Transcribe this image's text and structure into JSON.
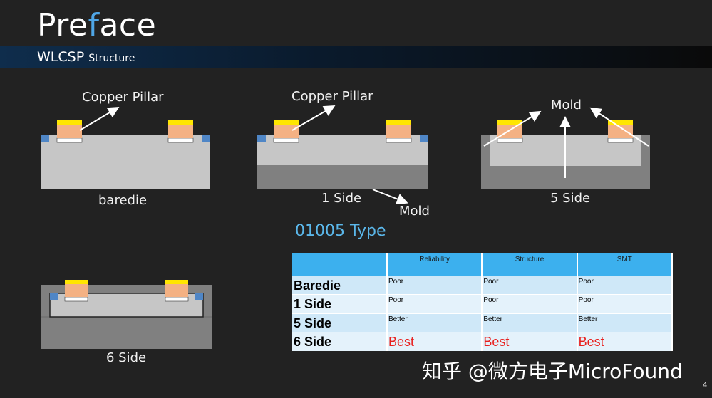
{
  "slide": {
    "title_prefix": "Pre",
    "title_highlight": "f",
    "title_suffix": "ace",
    "subtitle_main": "WLCSP ",
    "subtitle_small": "Structure",
    "page_number": "4"
  },
  "diagrams": {
    "baredie": {
      "caption": "baredie",
      "arrow_label": "Copper Pillar"
    },
    "one_side": {
      "caption": "1 Side",
      "arrow_label": "Copper Pillar",
      "mold_label": "Mold"
    },
    "five_side": {
      "caption": "5 Side",
      "mold_label": "Mold"
    },
    "six_side": {
      "caption": "6 Side"
    }
  },
  "table": {
    "title": "01005 Type",
    "headers": [
      "",
      "Reliability",
      "Structure",
      "SMT"
    ],
    "rows": [
      {
        "name": "Baredie",
        "values": [
          "Poor",
          "Poor",
          "Poor"
        ]
      },
      {
        "name": "1 Side",
        "values": [
          "Poor",
          "Poor",
          "Poor"
        ]
      },
      {
        "name": "5 Side",
        "values": [
          "Better",
          "Better",
          "Better"
        ]
      },
      {
        "name": "6 Side",
        "values": [
          "Best",
          "Best",
          "Best"
        ]
      }
    ]
  },
  "watermark": "知乎 @微方电子MicroFound",
  "colors": {
    "background": "#222222",
    "accent_blue": "#4fa6e6",
    "table_header": "#3cb0ee",
    "best_red": "#e8201e",
    "die_gray": "#c6c6c6",
    "mold_gray": "#7f7f7f",
    "pillar_copper": "#f4b183",
    "solder_yellow": "#ffe600",
    "pad_blue": "#4f86c6"
  }
}
